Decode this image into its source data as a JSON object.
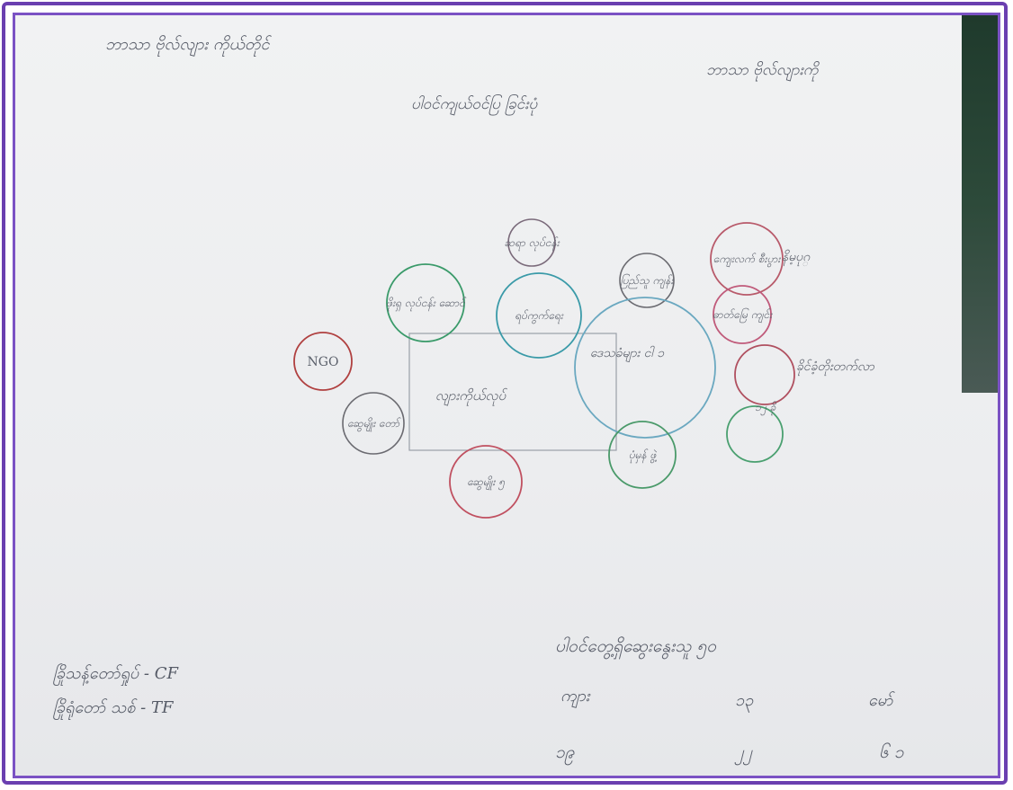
{
  "header": {
    "top_left": "ဘာသာ ဗိုလ်လျား ကိုယ်တိုင်",
    "top_right": "ဘာသာ ဗိုလ်လျားကို",
    "title": "ပါဝင်ကျယ်ဝင်ပြ ခြင်းပုံ"
  },
  "diagram": {
    "center_label": "လျားကိုယ်လုပ်",
    "bubbles": [
      {
        "id": "top-small",
        "label": "ဆရာ လုပ်ငန်း",
        "color": "#7a6a7a"
      },
      {
        "id": "green-left",
        "label": "ဖိုးရှ လုပ်ငန်း ဆောင်",
        "color": "#3a9a6a"
      },
      {
        "id": "teal-mid",
        "label": "ရပ်ကွက်ရေး",
        "color": "#3a9aa8"
      },
      {
        "id": "top-mid",
        "label": "ပြည်သူ ကျန်း",
        "color": "#6a6a70"
      },
      {
        "id": "top-right",
        "label": "ကျေးလက် စီးပွား",
        "color": "#b85a6a"
      },
      {
        "id": "right-pink",
        "label": "ဓာတ်မြေ ကျင်း",
        "color": "#c05a7a"
      },
      {
        "id": "big",
        "label": "ဒေသခံများ ငါ ၁",
        "color": "#6aa8c0"
      },
      {
        "id": "ngo",
        "label": "NGO",
        "color": "#b04040"
      },
      {
        "id": "left-low",
        "label": "ဆွေမျိုး တော်",
        "color": "#6a6a70"
      },
      {
        "id": "bottom",
        "label": "ဆွေမျိုး ၅",
        "color": "#c05060"
      },
      {
        "id": "bottom-right",
        "label": "ပုံမှန် ဖွဲ့",
        "color": "#4a9a6a"
      },
      {
        "id": "right-empty",
        "label": "",
        "color": "#b05060"
      },
      {
        "id": "right-green",
        "label": "",
        "color": "#4aa070"
      }
    ],
    "side_labels": {
      "top_right": "နိမ့ပုဂ္",
      "right": "ခိုင်ခံ့တိုးတက်လာ",
      "right_low": "၁၂ ခို"
    }
  },
  "footer": {
    "legend_cf": "ခြိုသန့်တော်ရှုပ် - CF",
    "legend_tf": "ခြိုရုံတော် သစ် - TF",
    "note": "ပါဝင်တွေ့ရှိဆွေးနွေးသူ ၅၀",
    "row1": {
      "col1": "ကျား",
      "col2": "၁၃",
      "col3": "မော်"
    },
    "row2": {
      "col1": "၁၉",
      "col2": "၂၂",
      "col3": "၆ ၁"
    }
  }
}
